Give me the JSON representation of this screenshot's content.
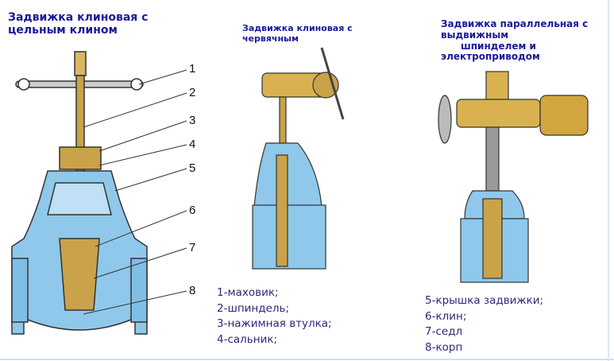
{
  "titles": {
    "left": "Задвижка клиновая с цельным клином",
    "middle": "Задвижка клиновая с червячным",
    "right_line1": "Задвижка параллельная с выдвижным",
    "right_line2": "шпинделем и",
    "right_line3": "электроприводом"
  },
  "part_numbers": [
    "1",
    "2",
    "3",
    "4",
    "5",
    "6",
    "7",
    "8"
  ],
  "legend_left": [
    "1-маховик;",
    "2-шпиндель;",
    "3-нажимная втулка;",
    "4-сальник;"
  ],
  "legend_right": [
    "5-крышка задвижки;",
    "6-клин;",
    "7-седл",
    "8-корп"
  ],
  "colors": {
    "title": "#1a1a9a",
    "body_blue": "#8fc8ea",
    "stem_gold": "#c9a24a",
    "outline": "#333333"
  }
}
